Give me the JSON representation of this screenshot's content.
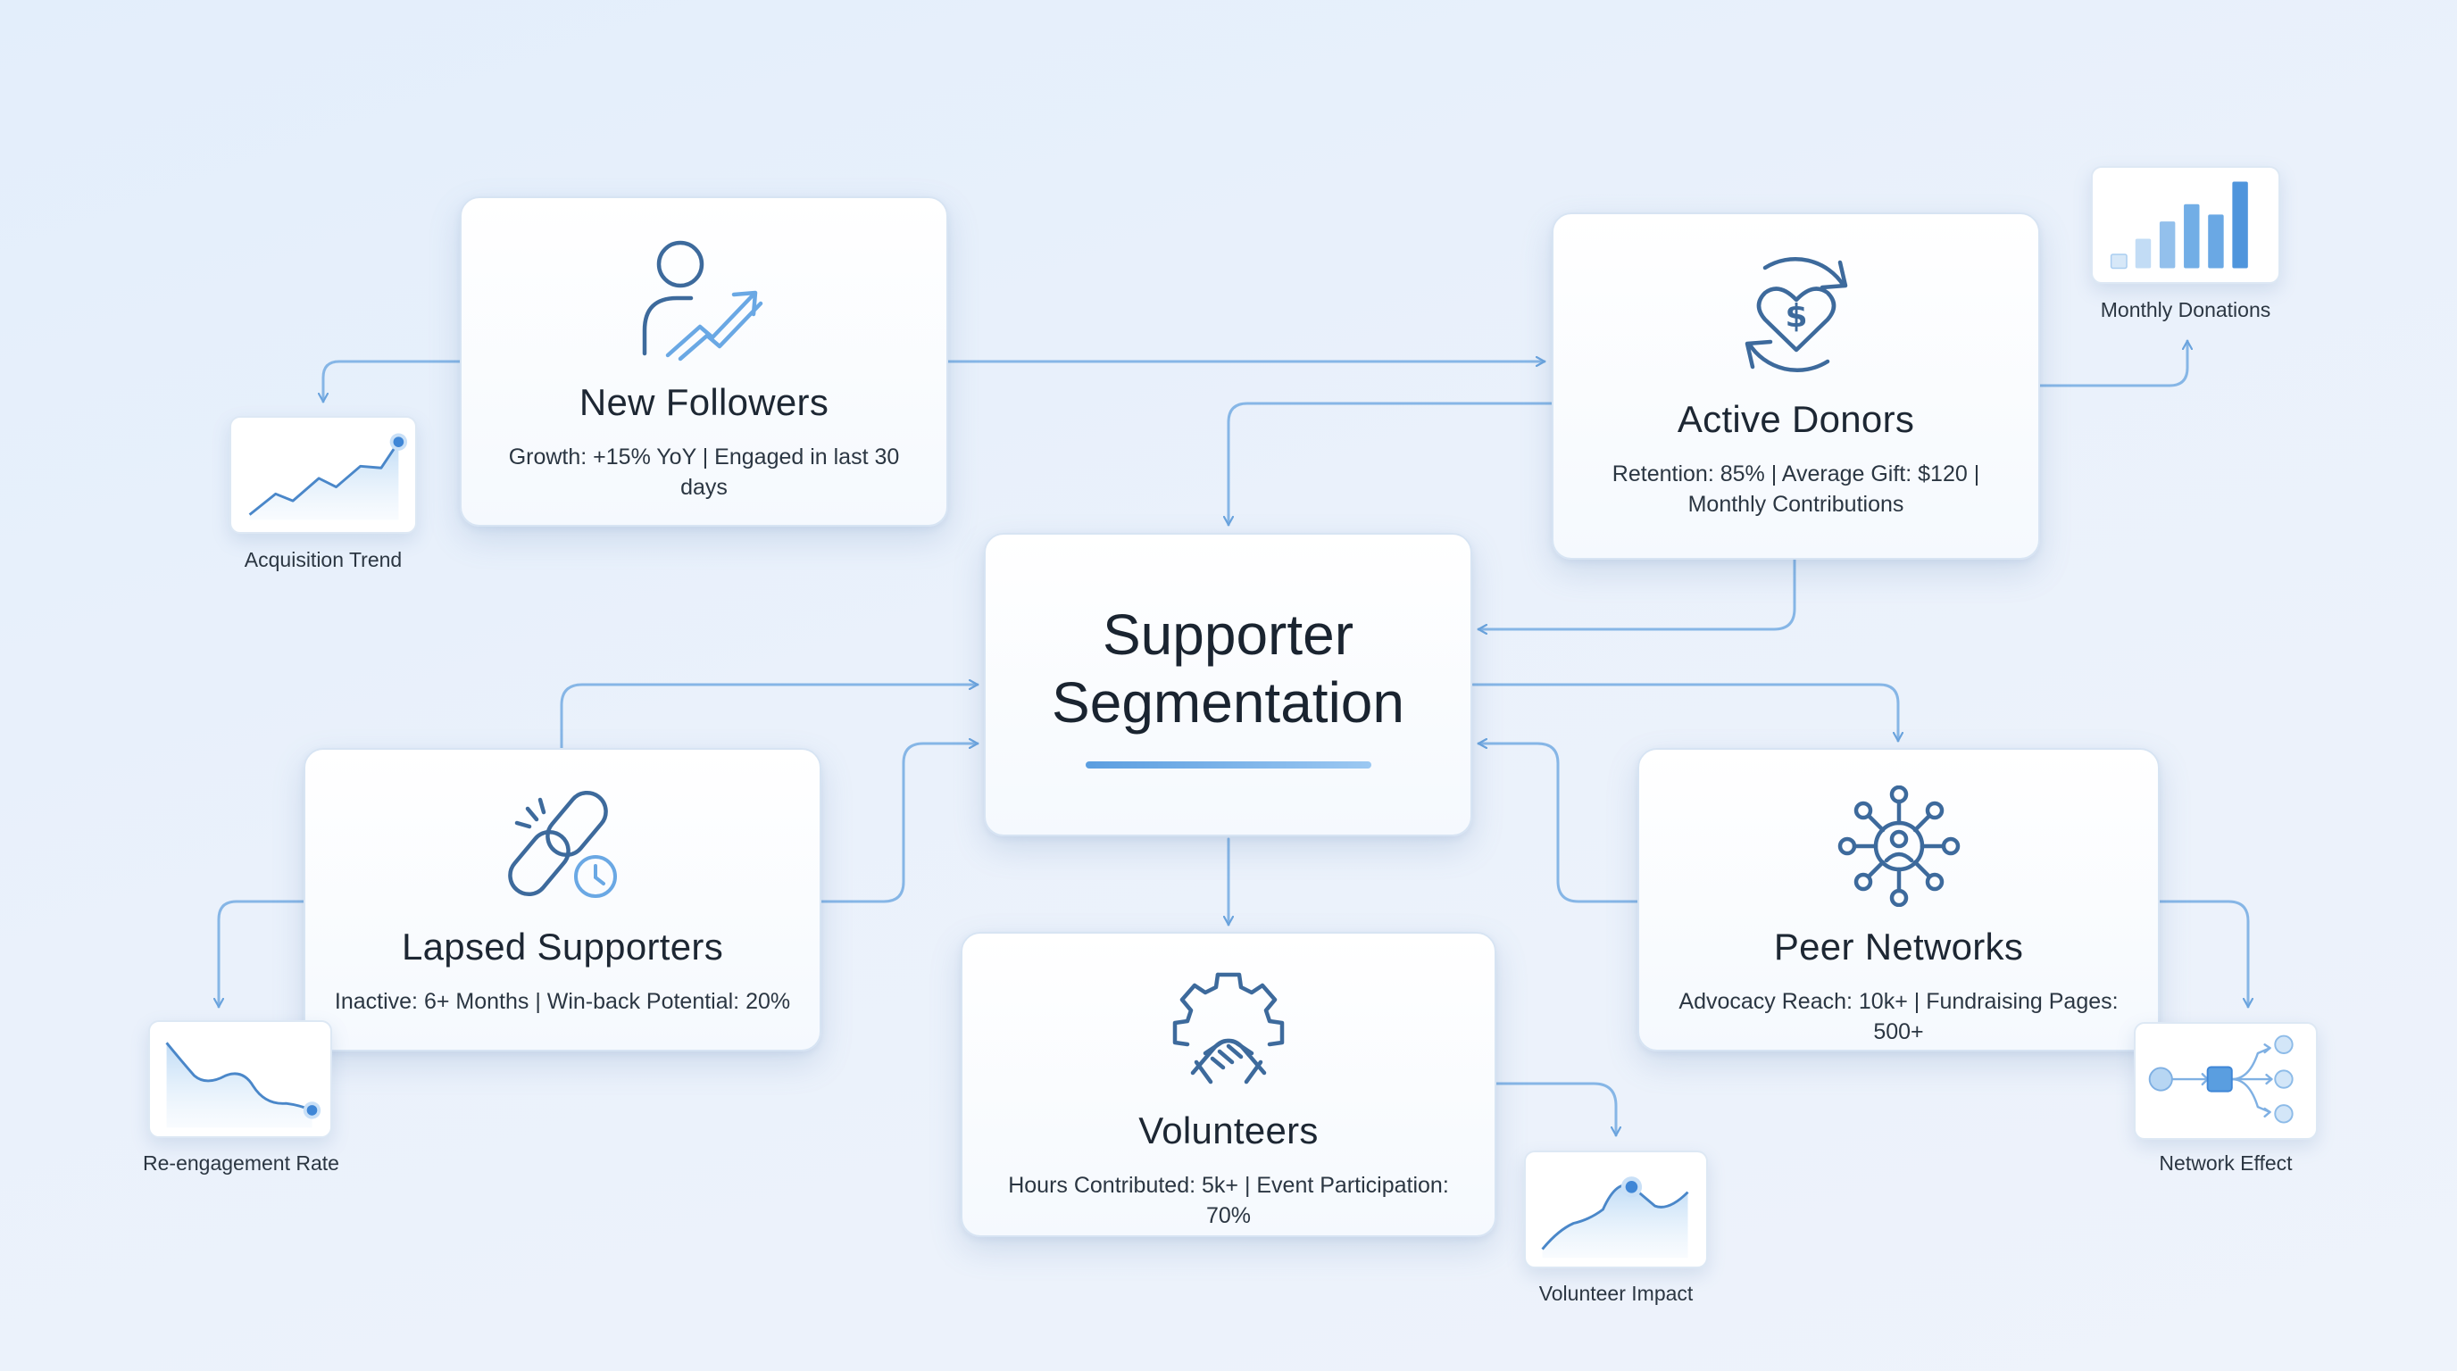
{
  "center": {
    "title_line1": "Supporter",
    "title_line2": "Segmentation"
  },
  "segments": {
    "new_followers": {
      "title": "New Followers",
      "stats": "Growth: +15% YoY | Engaged in last 30 days",
      "icon": "person-growth-icon",
      "chart_label": "Acquisition Trend"
    },
    "active_donors": {
      "title": "Active Donors",
      "stats_line1": "Retention: 85% | Average Gift: $120 |",
      "stats_line2": "Monthly Contributions",
      "icon": "heart-dollar-cycle-icon",
      "chart_label": "Monthly Donations"
    },
    "lapsed_supporters": {
      "title": "Lapsed Supporters",
      "stats": "Inactive: 6+ Months | Win-back Potential: 20%",
      "icon": "broken-link-clock-icon",
      "chart_label": "Re-engagement Rate"
    },
    "volunteers": {
      "title": "Volunteers",
      "stats": "Hours Contributed: 5k+ | Event Participation: 70%",
      "icon": "gear-handshake-icon",
      "chart_label": "Volunteer Impact"
    },
    "peer_networks": {
      "title": "Peer Networks",
      "stats": "Advocacy Reach: 10k+ | Fundraising Pages: 500+",
      "icon": "network-people-icon",
      "chart_label": "Network Effect"
    }
  },
  "colors": {
    "accent": "#4a90d9",
    "connector": "#7fb0e3",
    "icon_stroke": "#3d6a9c",
    "text": "#1f2a37"
  }
}
